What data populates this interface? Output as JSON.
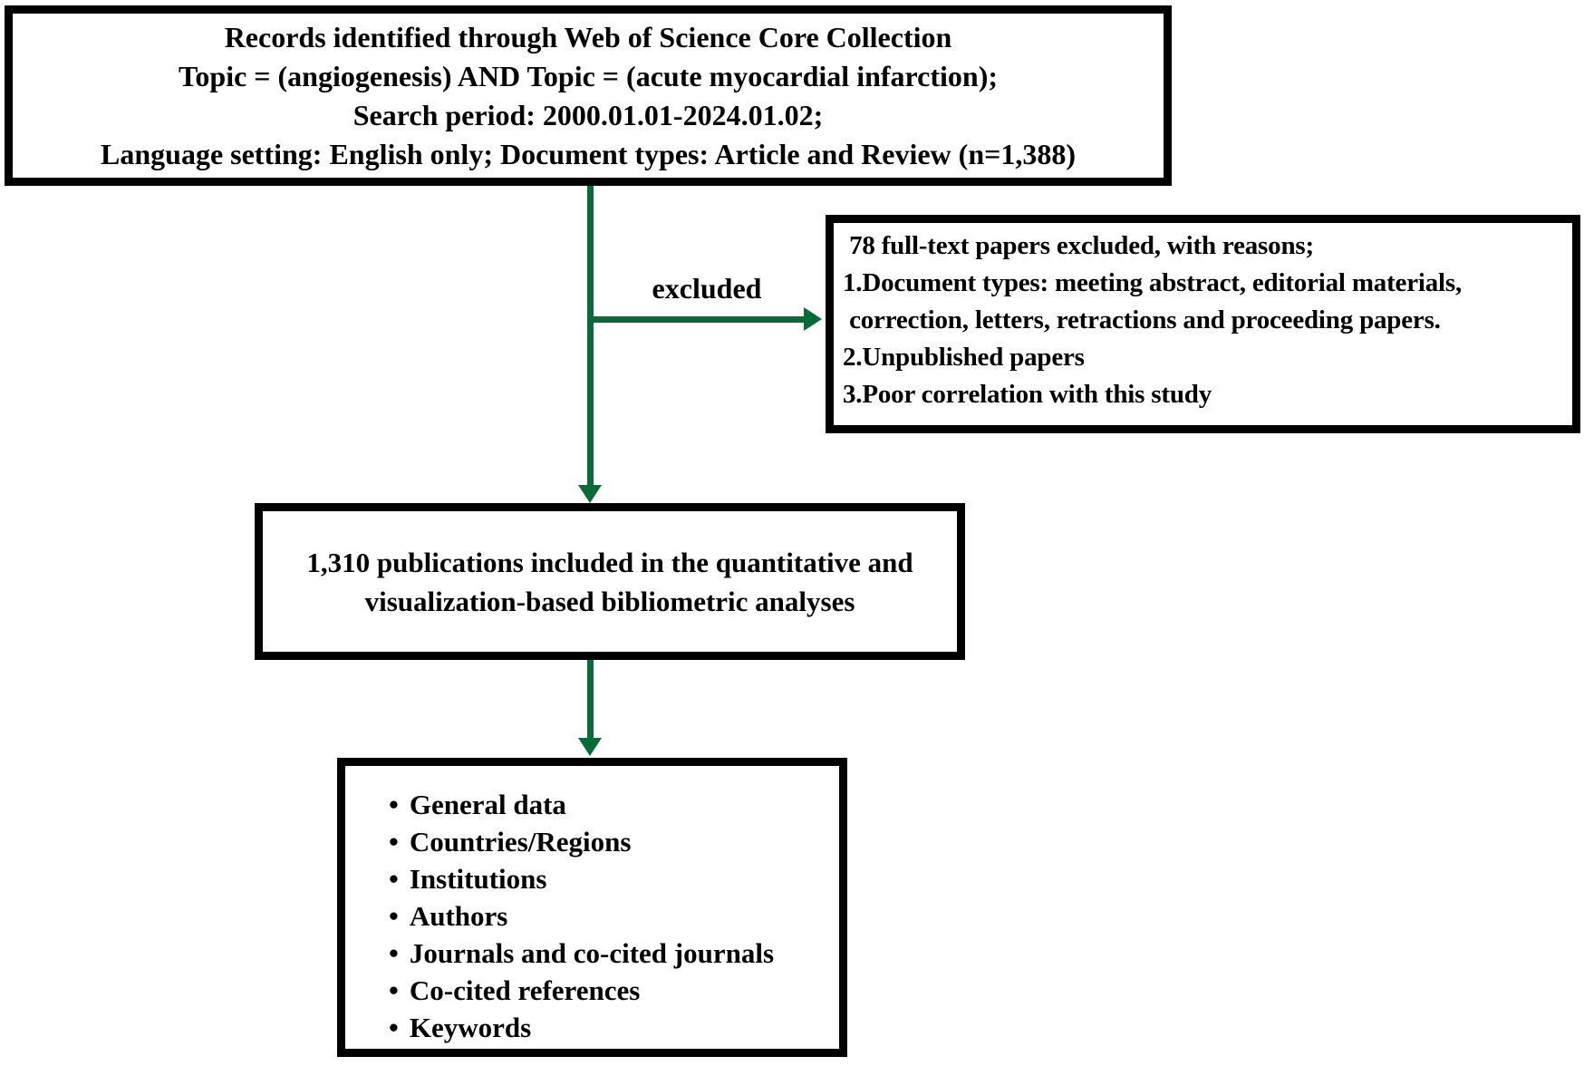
{
  "figure": {
    "type": "flowchart",
    "description": "Literature screening flow diagram for a bibliometric study",
    "colors": {
      "arrow_green": "#0b6b38",
      "box_border": "#000000",
      "background": "#ffffff",
      "text": "#000000"
    }
  },
  "flow": {
    "records_box": {
      "text": "Records identified through Web of Science Core Collection\nTopic = (angiogenesis) AND Topic = (acute myocardial infarction);\nSearch period: 2000.01.01-2024.01.02;\nLanguage setting: English only; Document types: Article and Review (n=1,388)"
    },
    "excluded_label": "excluded",
    "excluded_box": {
      "text": " 78 full-text papers excluded, with reasons;\n1.Document types: meeting abstract, editorial materials,\n correction, letters, retractions and proceeding papers.\n2.Unpublished papers\n3.Poor correlation with this study"
    },
    "included_box": {
      "text": "1,310 publications included in the quantitative and\nvisualization-based bibliometric analyses"
    },
    "analysis_box": {
      "bullet": "•",
      "items": [
        "General data",
        "Countries/Regions",
        "Institutions",
        "Authors",
        "Journals and co-cited journals",
        "Co-cited references",
        "Keywords"
      ]
    }
  }
}
